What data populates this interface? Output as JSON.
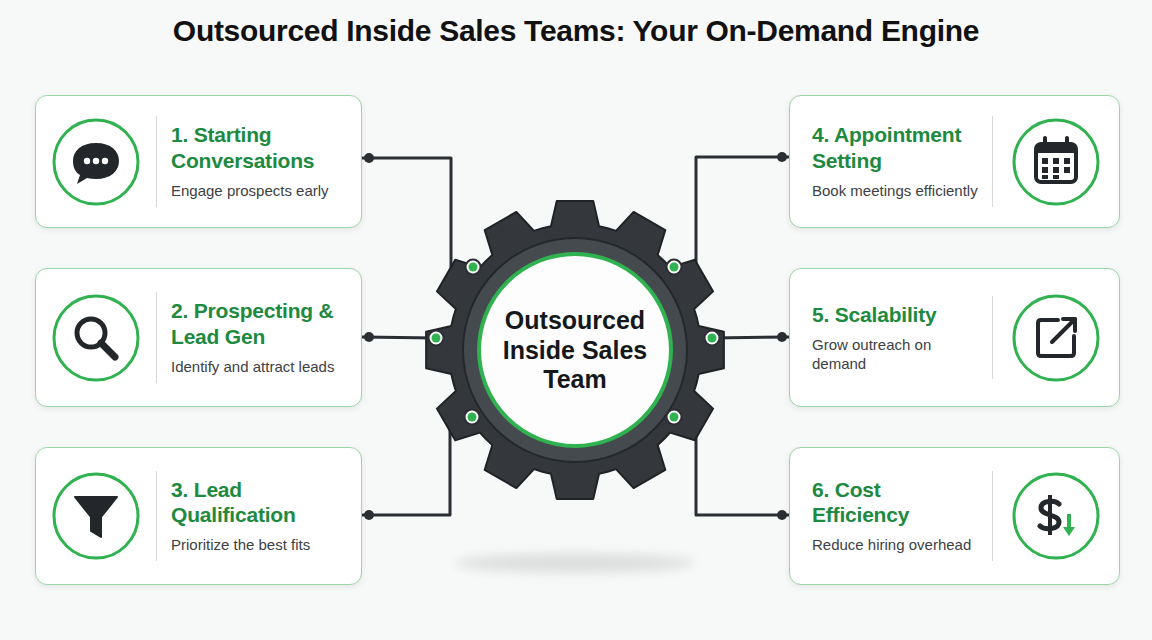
{
  "diagram": {
    "title": "Outsourced Inside Sales Teams: Your On-Demand Engine",
    "nodes": [
      {
        "text": [
          "1. Starting Conversations",
          "Engage prospects early"
        ]
      },
      {
        "text": [
          "2. Prospecting & Lead Gen",
          "Identify and attract leads"
        ]
      },
      {
        "text": [
          "3. Lead Qualification",
          "Prioritize the best fits"
        ]
      },
      {
        "text": [
          "Outsourced Inside Sales Team"
        ]
      },
      {
        "text": [
          "4. Appointment Setting",
          "Book meetings efficiently"
        ]
      },
      {
        "text": [
          "5. Scalability",
          "Grow outreach on demand"
        ]
      },
      {
        "text": [
          "6. Cost Efficiency",
          "Reduce hiring overhead"
        ]
      }
    ],
    "edges": [
      {
        "from": 0,
        "to": 3,
        "arrow": "none"
      },
      {
        "from": 1,
        "to": 3,
        "arrow": "none"
      },
      {
        "from": 2,
        "to": 3,
        "arrow": "none"
      },
      {
        "from": 4,
        "to": 3,
        "arrow": "none"
      },
      {
        "from": 5,
        "to": 3,
        "arrow": "none"
      },
      {
        "from": 6,
        "to": 3,
        "arrow": "none"
      }
    ]
  }
}
